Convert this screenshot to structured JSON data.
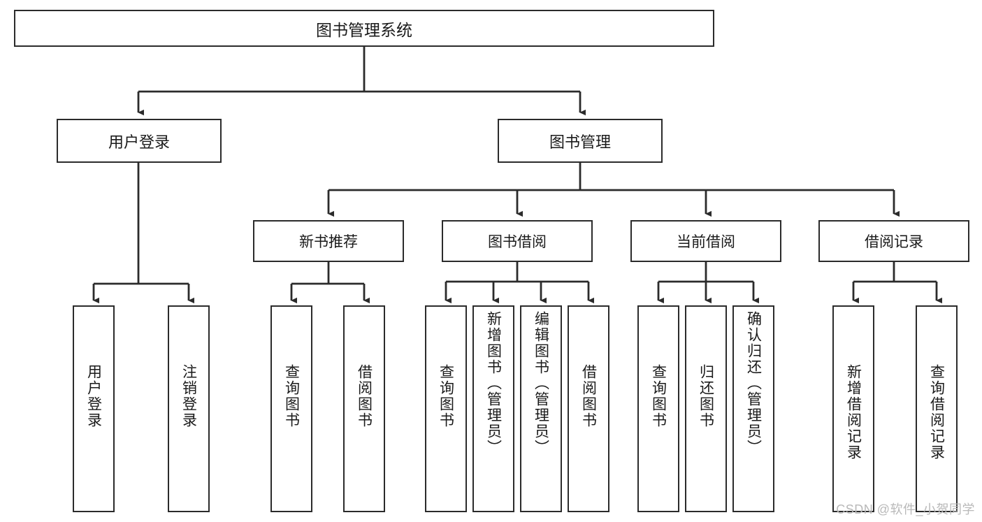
{
  "diagram": {
    "title": "图书管理系统",
    "watermark": "CSDN @软件_小贺同学",
    "line_color": "#2b2b2b",
    "background_color": "#ffffff",
    "text_color": "#1a1a1a",
    "watermark_color": "#b9b9b9"
  },
  "nodes": {
    "root": {
      "label": "图书管理系统"
    },
    "level1": [
      {
        "label": "用户登录"
      },
      {
        "label": "图书管理"
      }
    ],
    "level2": [
      {
        "label": "新书推荐"
      },
      {
        "label": "图书借阅"
      },
      {
        "label": "当前借阅"
      },
      {
        "label": "借阅记录"
      }
    ],
    "leaves": {
      "user_login": [
        {
          "label": "用户登录"
        },
        {
          "label": "注销登录"
        }
      ],
      "new_book": [
        {
          "label": "查询图书"
        },
        {
          "label": "借阅图书"
        }
      ],
      "book_borrow": [
        {
          "label": "查询图书"
        },
        {
          "label": "新增图书（管理员）"
        },
        {
          "label": "编辑图书（管理员）"
        },
        {
          "label": "借阅图书"
        }
      ],
      "current_borrow": [
        {
          "label": "查询图书"
        },
        {
          "label": "归还图书"
        },
        {
          "label": "确认归还（管理员）"
        }
      ],
      "borrow_record": [
        {
          "label": "新增借阅记录"
        },
        {
          "label": "查询借阅记录"
        }
      ]
    }
  }
}
